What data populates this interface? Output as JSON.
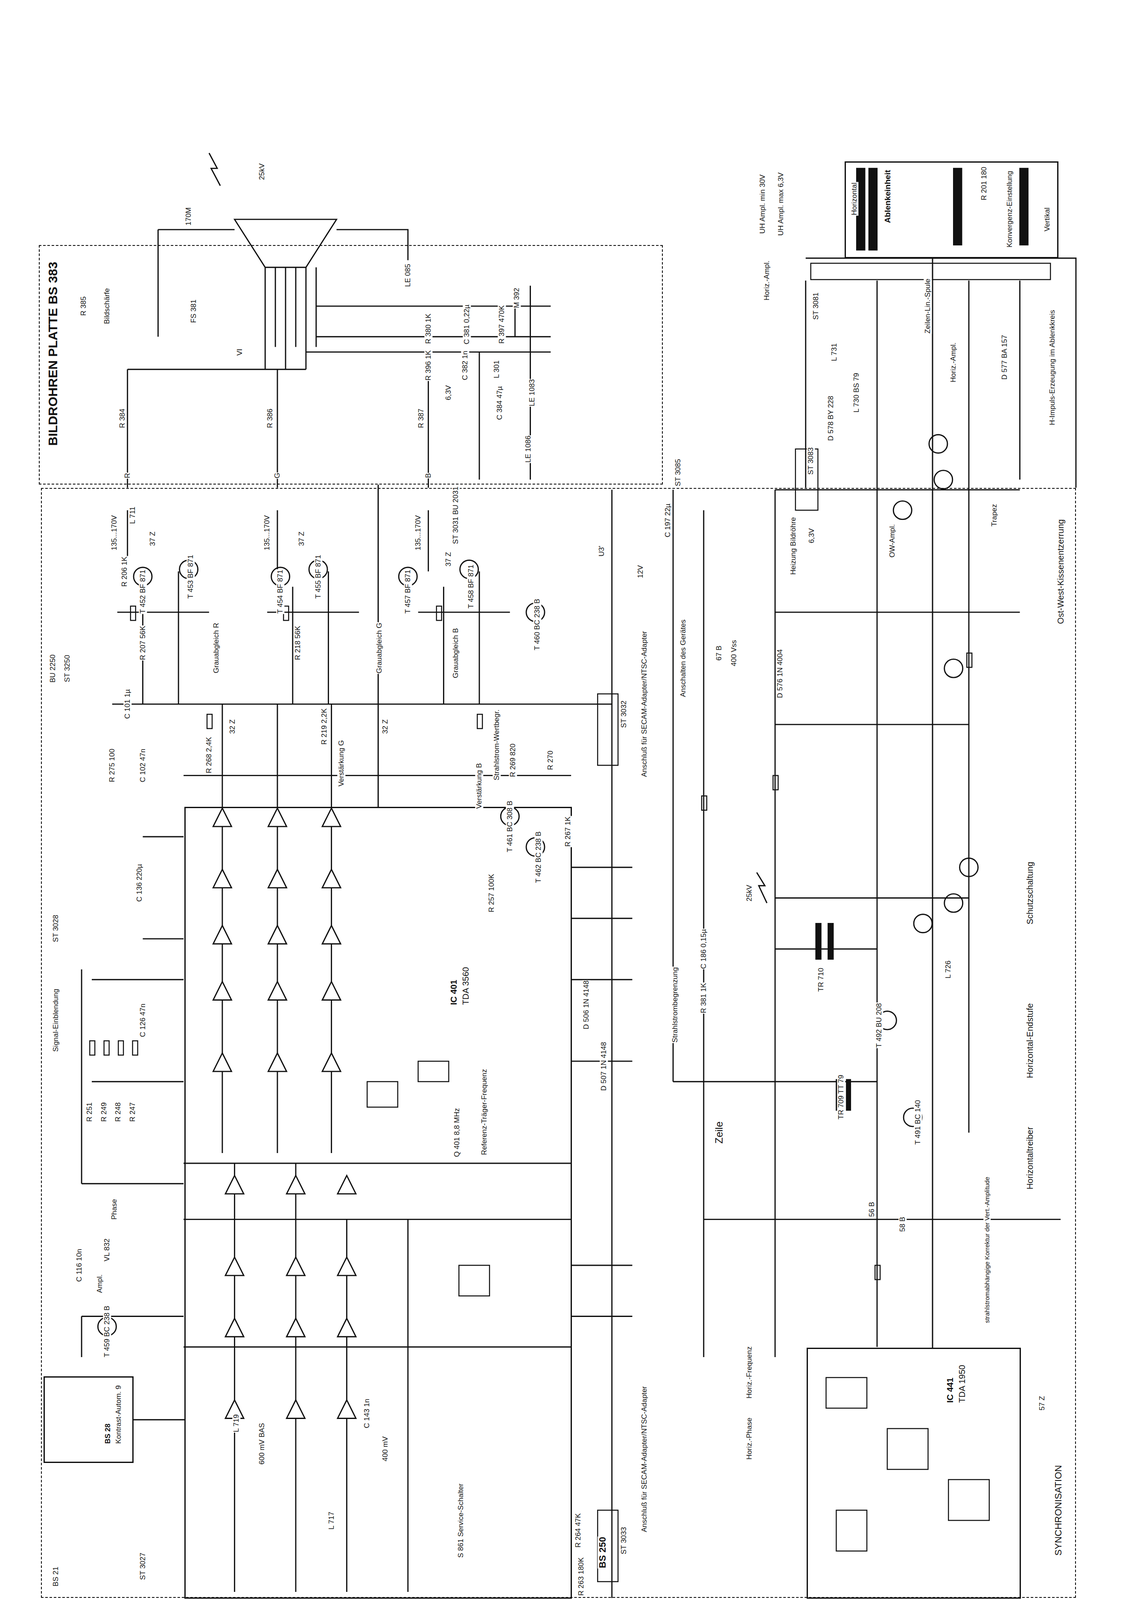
{
  "diagram": {
    "nodes": [
      {
        "text": [
          "BILDROHREN PLATTE BS 383"
        ]
      },
      {
        "text": [
          "BS 250"
        ]
      },
      {
        "text": [
          "IC 401",
          "TDA 3560"
        ],
        "in": 1
      },
      {
        "text": [
          "IC 441",
          "TDA 1950"
        ],
        "in": 1
      },
      {
        "text": [
          "BS 28",
          "Kontrast-Autom. 9"
        ],
        "in": 1
      },
      {
        "text": [
          "Ablenkeinheit"
        ]
      }
    ],
    "edges": [
      {
        "from": 2,
        "to": 0,
        "arrow": "none"
      },
      {
        "from": 4,
        "to": 2,
        "arrow": "none"
      },
      {
        "from": 3,
        "to": 5,
        "arrow": "none"
      }
    ],
    "labels": [
      "Bildschärfe",
      "R 385",
      "FS 381",
      "170M",
      "25kV",
      "LE 085",
      "M 392",
      "VI",
      "R 384",
      "R 386",
      "R 387",
      "R 380 1K",
      "C 381 0,22µ",
      "R 397 470K",
      "R 396 1K",
      "C 382 1n",
      "L 301",
      "C 384 47µ",
      "LE 1083",
      "LE 1086",
      "6,3V",
      "R",
      "G",
      "B",
      "ST 3085",
      "135...170V",
      "37 Z",
      "L 711",
      "T 452 BF 871",
      "T 453 BF 871",
      "R 206 1K",
      "135...170V",
      "37 Z",
      "T 454 BF 871",
      "T 455 BF 871",
      "135...170V",
      "37 Z",
      "ST 3031 BU 2031",
      "T 457 BF 871",
      "T 458 BF 871",
      "T 460 BC 238 B",
      "Grauabgleich R",
      "Grauabgleich G",
      "Grauabgleich B",
      "R 207 56K",
      "R 218 56K",
      "U3'",
      "12V",
      "C 197 22µ",
      "BU 2250",
      "ST 3250",
      "C 101 1µ",
      "C 102 47n",
      "R 275 100",
      "R 268 2,4K",
      "32 Z",
      "R 219 2,2K",
      "Verstärkung G",
      "32 Z",
      "Verstärkung B",
      "R 269 820",
      "R 270",
      "Strahlstrom-Wertbegr.",
      "T 461 BC 308 B",
      "T 462 BC 238 B",
      "R 267 1K",
      "R 257 100K",
      "ST 3032",
      "Anschluß für SECAM-Adapter/NTSC-Adapter",
      "ST 3028",
      "Signal-Einblendung",
      "C 136 220µ",
      "R 251",
      "R 249",
      "R 248",
      "R 247",
      "C 126 47n",
      "Referenz-Träger-Frequenz",
      "Q 401 8,8 MHz",
      "Phase",
      "VL 832",
      "Ampl.",
      "C 116 10n",
      "T 459 BC 238 B",
      "L 719",
      "600 mV BAS",
      "C 143 1n",
      "400 mV",
      "L 717",
      "S 861 Service-Schalter",
      "R 264 47K",
      "ST 3033",
      "Anschluß für SECAM-Adapter/NTSC-Adapter",
      "R 263 180K",
      "ST 3027",
      "BS 21",
      "Horizontal",
      "Vertikal",
      "Konvergenz-Einstellung",
      "R 201 180",
      "UH Ampl. min 30V",
      "UH Ampl. max 6,3V",
      "Horiz.-Ampl.",
      "ST 3081",
      "Zeilen-Lin.-Spule",
      "H-Impuls-Erzeugung im Ablenkkreis",
      "L 731",
      "L 730 BS 79",
      "D 578 BY 228",
      "Horiz.-Ampl.",
      "D 577 BA 157",
      "ST 3083",
      "Heizung Bildröhre",
      "6,3V",
      "OW-Ampl.",
      "Trapez",
      "Ost-West-Kissenentzerrung",
      "Anschalten des Gerätes",
      "67 B",
      "400 Vss",
      "D 576 1N 4004",
      "Schutzschaltung",
      "25kV",
      "TR 710",
      "L 726",
      "C 186 0,15µ",
      "Strahlstrombegrenzung",
      "R 381 1K",
      "D 506 1N 4148",
      "D 507 1N 4148",
      "T 492 BU 208",
      "Horizontal-Endstufe",
      "TR 709 TT 79",
      "T 491 BC 140",
      "Zeile",
      "Horizontaltreiber",
      "strahlstromabhängige Korrektur der Vert.-Amplitude",
      "56 B",
      "58 B",
      "Horiz.-Frequenz",
      "Horiz.-Phase",
      "57 Z",
      "SYNCHRONISATION"
    ]
  }
}
